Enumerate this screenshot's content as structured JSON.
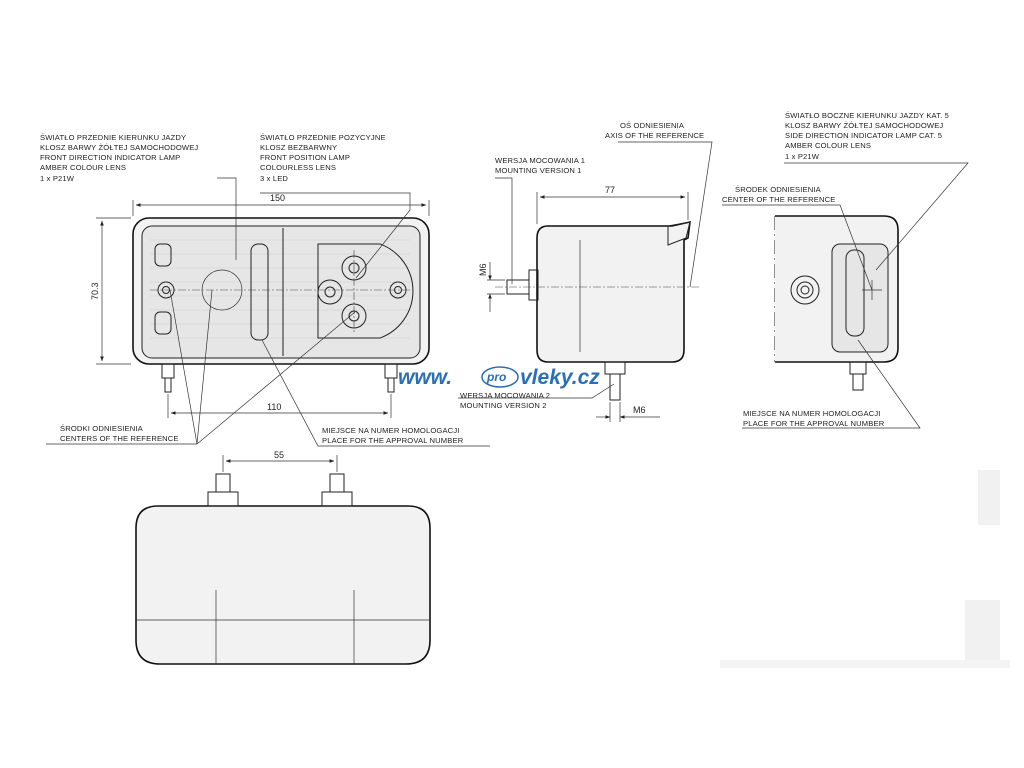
{
  "labels": {
    "front_direction": {
      "pl1": "ŚWIATŁO PRZEDNIE KIERUNKU JAZDY",
      "pl2": "KLOSZ BARWY ŻÓŁTEJ SAMOCHODOWEJ",
      "en1": "FRONT DIRECTION INDICATOR LAMP",
      "en2": "AMBER COLOUR LENS",
      "spec": "1 x P21W"
    },
    "front_position": {
      "pl1": "ŚWIATŁO PRZEDNIE POZYCYJNE",
      "pl2": "KLOSZ BEZBARWNY",
      "en1": "FRONT POSITION LAMP",
      "en2": "COLOURLESS LENS",
      "spec": "3 x LED"
    },
    "axis_reference": {
      "pl": "OŚ ODNIESIENIA",
      "en": "AXIS OF THE REFERENCE"
    },
    "mounting_v1": {
      "pl": "WERSJA MOCOWANIA 1",
      "en": "MOUNTING VERSION 1"
    },
    "mounting_v2": {
      "pl": "WERSJA MOCOWANIA 2",
      "en": "MOUNTING VERSION 2"
    },
    "side_direction": {
      "pl1": "ŚWIATŁO BOCZNE KIERUNKU JAZDY KAT. 5",
      "pl2": "KLOSZ BARWY ŻÓŁTEJ SAMOCHODOWEJ",
      "en1": "SIDE DIRECTION INDICATOR LAMP CAT. 5",
      "en2": "AMBER COLOUR LENS",
      "spec": "1 x P21W"
    },
    "center_reference": {
      "pl": "ŚRODEK ODNIESIENIA",
      "en": "CENTER OF THE REFERENCE"
    },
    "centers_reference": {
      "pl": "ŚRODKI ODNIESIENIA",
      "en": "CENTERS OF THE REFERENCE"
    },
    "approval_front": {
      "pl": "MIEJSCE NA NUMER HOMOLOGACJI",
      "en": "PLACE FOR THE APPROVAL NUMBER"
    },
    "approval_side": {
      "pl": "MIEJSCE NA NUMER HOMOLOGACJI",
      "en": "PLACE FOR THE APPROVAL NUMBER"
    }
  },
  "dimensions": {
    "width": "150",
    "height": "70.3",
    "bolt_spacing": "110",
    "depth": "77",
    "thread_v1": "M6",
    "thread_v2": "M6",
    "top_bolt_spacing": "55"
  },
  "watermark": {
    "prefix": "www.",
    "pro": "pro",
    "suffix": "vleky.cz",
    "color": "#2a6fb5"
  }
}
